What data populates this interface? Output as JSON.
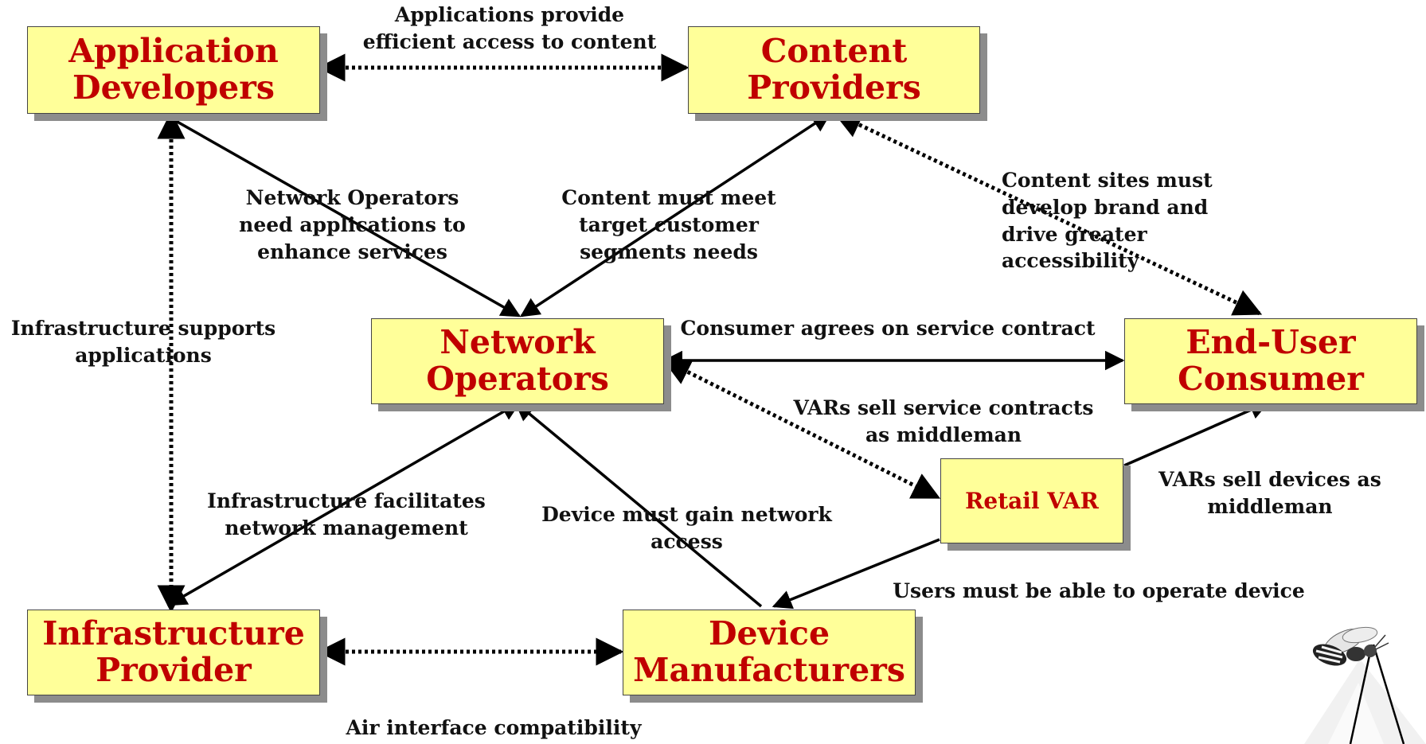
{
  "nodes": {
    "app_dev": [
      "Application",
      "Developers"
    ],
    "content": [
      "Content",
      "Providers"
    ],
    "network": [
      "Network",
      "Operators"
    ],
    "enduser": [
      "End-User",
      "Consumer"
    ],
    "retail": [
      "Retail VAR"
    ],
    "infra": [
      "Infrastructure",
      "Provider"
    ],
    "device": [
      "Device",
      "Manufacturers"
    ]
  },
  "labels": {
    "app_content": [
      "Applications provide",
      "efficient access to content"
    ],
    "netop_apps": [
      "Network Operators",
      "need applications to",
      "enhance services"
    ],
    "content_segments": [
      "Content must meet",
      "target customer",
      "segments needs"
    ],
    "content_sites": [
      "Content sites must",
      "develop brand and",
      "drive greater",
      "accessibility"
    ],
    "infra_apps": [
      "Infrastructure supports",
      "applications"
    ],
    "service_contract": [
      "Consumer agrees on service contract"
    ],
    "vars_contracts": [
      "VARs sell service contracts",
      "as middleman"
    ],
    "vars_devices": [
      "VARs sell devices as",
      "middleman"
    ],
    "infra_netmgmt": [
      "Infrastructure facilitates",
      "network management"
    ],
    "device_access": [
      "Device must gain network",
      "access"
    ],
    "users_operate": [
      "Users must be able to operate device"
    ],
    "air_interface": [
      "Air interface compatibility"
    ]
  },
  "colors": {
    "box_fill": "#ffff99",
    "box_text": "#c00000",
    "shadow": "#8c8c8c",
    "line": "#000000"
  },
  "icons": {
    "corner_image": "wasp-icon"
  }
}
